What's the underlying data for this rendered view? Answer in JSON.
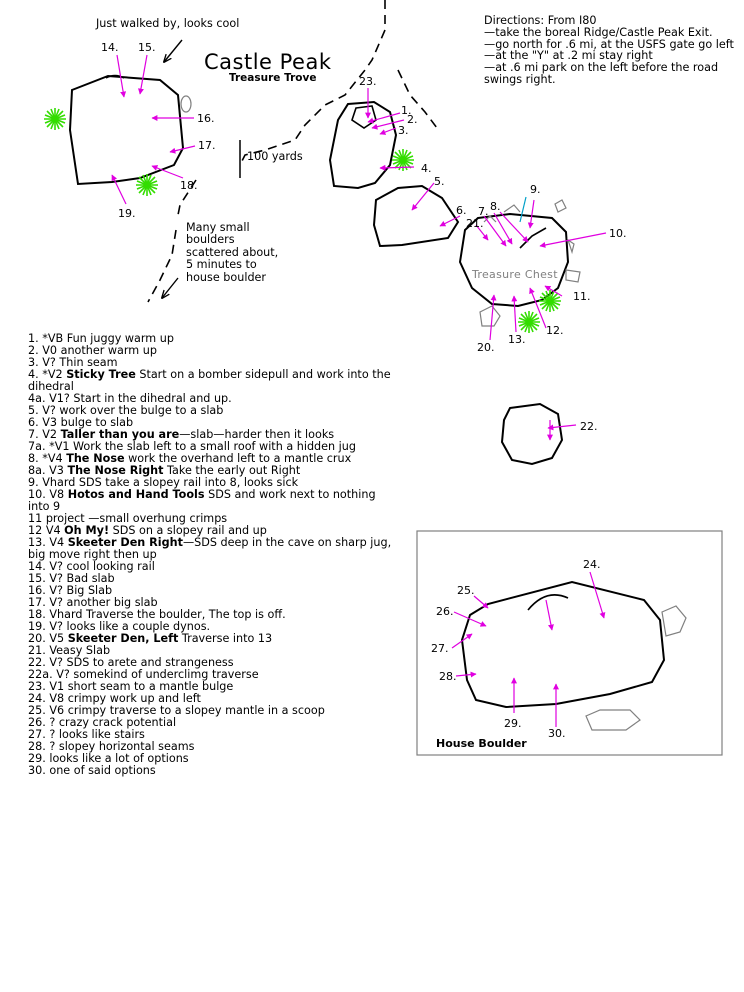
{
  "map_title": "Castle Peak",
  "map_subtitle": "Treasure Trove",
  "walked_by_note": "Just walked by, looks cool",
  "small_boulders_note": [
    "Many small",
    "boulders",
    "scattered about,",
    "5 minutes to",
    "house boulder"
  ],
  "distance_label": "100 yards",
  "treasure_chest_label": "Treasure Chest",
  "house_boulder_label": "House Boulder",
  "directions": [
    "Directions:   From I80",
    "—take the boreal Ridge/Castle Peak Exit.",
    "—go north for .6 mi, at the USFS gate go left",
    "—at the \"Y\" at .2 mi stay right",
    "—at .6 mi park on the left before the road swings right."
  ],
  "problems": [
    {
      "id": "1.",
      "grade": "*VB",
      "name": "",
      "desc": "Fun juggy warm up"
    },
    {
      "id": "2.",
      "grade": "V0",
      "name": "",
      "desc": "another warm up"
    },
    {
      "id": "3.",
      "grade": "V?",
      "name": "",
      "desc": "Thin seam"
    },
    {
      "id": "4.",
      "grade": "*V2",
      "name": "Sticky Tree",
      "desc": "Start on a bomber sidepull and work into the dihedral"
    },
    {
      "id": "4a.",
      "grade": "V1?",
      "name": "",
      "desc": "Start in the dihedral and up."
    },
    {
      "id": "5.",
      "grade": "V?",
      "name": "",
      "desc": "work over the bulge to a slab"
    },
    {
      "id": "6.",
      "grade": "V3",
      "name": "",
      "desc": "bulge to slab"
    },
    {
      "id": "7.",
      "grade": "V2",
      "name": "Taller than you are",
      "desc": "—slab—harder then it looks"
    },
    {
      "id": "7a.",
      "grade": "*V1",
      "name": "",
      "desc": "Work the slab left to a small roof with a hidden jug"
    },
    {
      "id": "8.",
      "grade": "*V4",
      "name": "The Nose",
      "desc": "work the overhand left to a mantle crux"
    },
    {
      "id": "8a.",
      "grade": "V3",
      "name": "The Nose Right",
      "desc": "Take the early out Right"
    },
    {
      "id": "9.",
      "grade": "Vhard",
      "name": "",
      "desc": "SDS take a slopey rail into 8, looks sick"
    },
    {
      "id": "10.",
      "grade": "V8",
      "name": "Hotos and Hand Tools",
      "desc": "SDS and work next to nothing into 9"
    },
    {
      "id": "11",
      "grade": "project",
      "name": "",
      "desc": "—small overhung crimps"
    },
    {
      "id": "12",
      "grade": "V4",
      "name": "Oh My!",
      "desc": "SDS on a slopey rail and up"
    },
    {
      "id": "13.",
      "grade": "V4",
      "name": "Skeeter Den Right",
      "desc": "—SDS deep in the cave on sharp jug, big move right then up"
    },
    {
      "id": "14.",
      "grade": "V?",
      "name": "",
      "desc": "cool looking rail"
    },
    {
      "id": "15.",
      "grade": "V?",
      "name": "",
      "desc": "Bad slab"
    },
    {
      "id": "16.",
      "grade": "V?",
      "name": "",
      "desc": "Big Slab"
    },
    {
      "id": "17.",
      "grade": "V?",
      "name": "",
      "desc": "another big slab"
    },
    {
      "id": "18.",
      "grade": "Vhard",
      "name": "",
      "desc": "Traverse the boulder, The top is off."
    },
    {
      "id": "19.",
      "grade": "V?",
      "name": "",
      "desc": "looks like a couple dynos."
    },
    {
      "id": "20.",
      "grade": "V5",
      "name": "Skeeter Den, Left",
      "desc": "Traverse into 13"
    },
    {
      "id": "21.",
      "grade": "Veasy",
      "name": "",
      "desc": "Slab"
    },
    {
      "id": "22.",
      "grade": "V?",
      "name": "",
      "desc": "SDS to arete and strangeness"
    },
    {
      "id": "22a.",
      "grade": "V?",
      "name": "",
      "desc": "somekind of underclimg traverse"
    },
    {
      "id": "23.",
      "grade": "V1",
      "name": "",
      "desc": "short seam to a mantle bulge"
    },
    {
      "id": "24.",
      "grade": "V8",
      "name": "",
      "desc": "crimpy work up and left"
    },
    {
      "id": "25.",
      "grade": "V6",
      "name": "",
      "desc": "crimpy traverse to a slopey mantle in a scoop"
    },
    {
      "id": "26.",
      "grade": "?",
      "name": "",
      "desc": "crazy crack potential"
    },
    {
      "id": "27.",
      "grade": "?",
      "name": "",
      "desc": "looks like stairs"
    },
    {
      "id": "28.",
      "grade": "?",
      "name": "",
      "desc": "slopey horizontal seams"
    },
    {
      "id": "29.",
      "grade": "",
      "name": "",
      "desc": "looks like a lot of options"
    },
    {
      "id": "30.",
      "grade": "",
      "name": "",
      "desc": "one of said options"
    }
  ],
  "map_numbers": {
    "n1": "1.",
    "n2": "2.",
    "n3": "3.",
    "n4": "4.",
    "n5": "5.",
    "n6": "6.",
    "n7": "7.",
    "n8": "8.",
    "n9": "9.",
    "n10": "10.",
    "n11": "11.",
    "n12": "12.",
    "n13": "13.",
    "n14": "14.",
    "n15": "15.",
    "n16": "16.",
    "n17": "17.",
    "n18": "18.",
    "n19": "19.",
    "n20": "20.",
    "n21": "21.",
    "n22": "22.",
    "n23": "23.",
    "n24": "24.",
    "n25": "25.",
    "n26": "26.",
    "n27": "27.",
    "n28": "28.",
    "n29": "29.",
    "n30": "30."
  },
  "colors": {
    "arrow": "#e000e0",
    "tree": "#33dd00",
    "rock_outline": "#000000",
    "small_rock": "#808080",
    "cyan_line": "#00a0c8"
  }
}
